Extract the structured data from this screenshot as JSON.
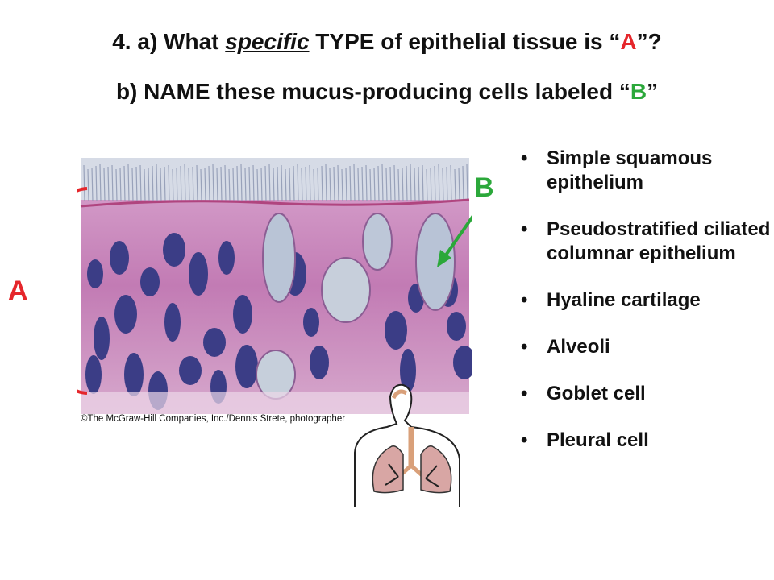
{
  "question": {
    "line1": {
      "prefix": "4.  a) What ",
      "emphasis": "specific",
      "middle": " TYPE of epithelial tissue is “",
      "letter": "A",
      "suffix": "”?"
    },
    "line2": {
      "prefix": "b)  NAME these mucus-producing cells labeled “",
      "letter": "B",
      "suffix": "”"
    }
  },
  "labels": {
    "a": "A",
    "b": "B"
  },
  "caption": "©The McGraw-Hill Companies, Inc./Dennis Strete, photographer",
  "options": [
    "Simple squamous epithelium",
    "Pseudostratified ciliated columnar epithelium",
    "Hyaline cartilage",
    "Alveoli",
    "Goblet cell",
    "Pleural cell"
  ],
  "colors": {
    "label_a": "#e5262b",
    "label_b": "#2ba83a",
    "tissue_pink": "#c97fb5",
    "nucleus": "#3b3d86"
  },
  "icons": {
    "brace": "red-curly-brace",
    "pointer": "green-arrow",
    "inset": "respiratory-system-illustration"
  }
}
